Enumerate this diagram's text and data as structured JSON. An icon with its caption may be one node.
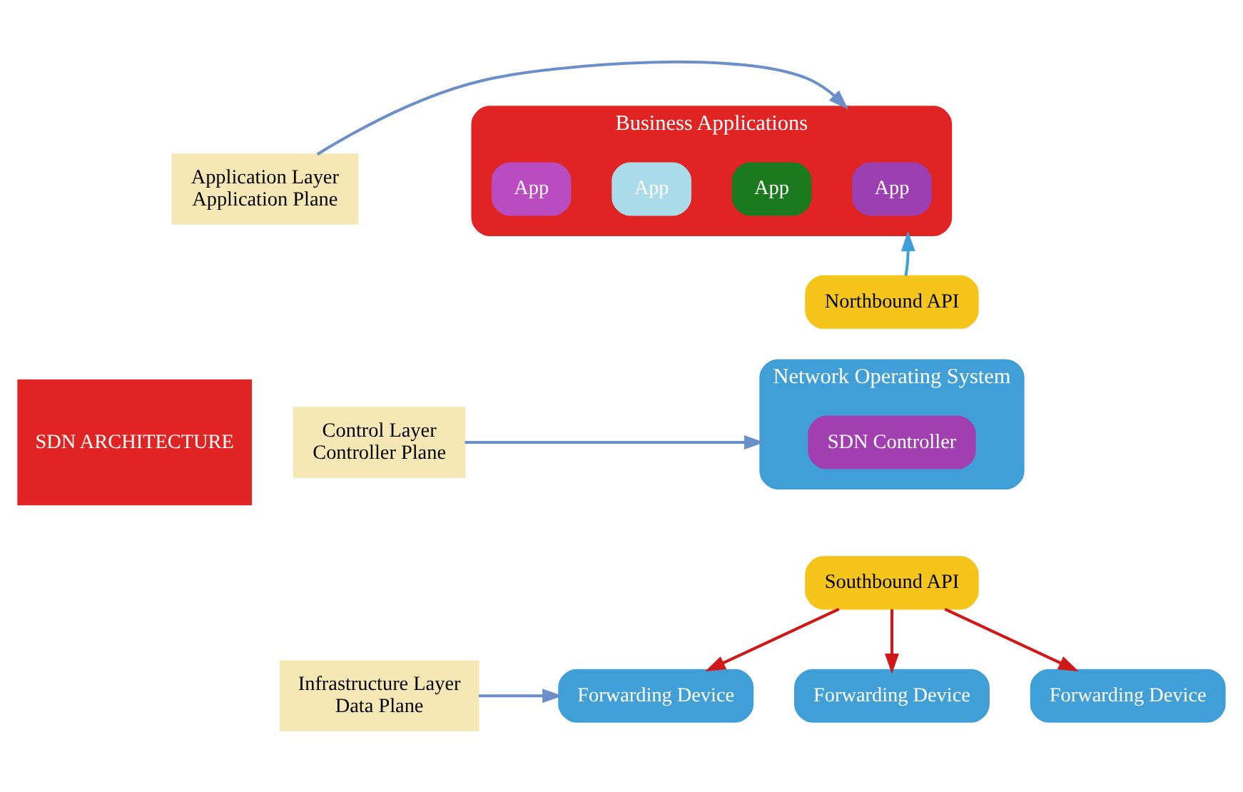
{
  "diagram": {
    "nodes": [
      {
        "text": [
          "SDN ARCHITECTURE"
        ]
      },
      {
        "text": [
          "Application Layer",
          "Application Plane"
        ]
      },
      {
        "text": [
          "Business Applications"
        ]
      },
      {
        "text": [
          "App"
        ],
        "in": 2
      },
      {
        "text": [
          "App"
        ],
        "in": 2
      },
      {
        "text": [
          "App"
        ],
        "in": 2
      },
      {
        "text": [
          "App"
        ],
        "in": 2
      },
      {
        "text": [
          "Northbound API"
        ]
      },
      {
        "text": [
          "Control Layer",
          "Controller Plane"
        ]
      },
      {
        "text": [
          "Network Operating System"
        ]
      },
      {
        "text": [
          "SDN Controller"
        ],
        "in": 9
      },
      {
        "text": [
          "Southbound API"
        ]
      },
      {
        "text": [
          "Infrastructure Layer",
          "Data Plane"
        ]
      },
      {
        "text": [
          "Forwarding Device"
        ]
      },
      {
        "text": [
          "Forwarding Device"
        ]
      },
      {
        "text": [
          "Forwarding Device"
        ]
      }
    ],
    "edges": [
      {
        "from": 1,
        "to": 2,
        "arrow": "to",
        "color": "#6b8fc9"
      },
      {
        "from": 7,
        "to": 2,
        "arrow": "to",
        "color": "#3f9fd8"
      },
      {
        "from": 8,
        "to": 9,
        "arrow": "to",
        "color": "#6b8fc9"
      },
      {
        "from": 11,
        "to": 13,
        "arrow": "to",
        "color": "#d01818"
      },
      {
        "from": 11,
        "to": 14,
        "arrow": "to",
        "color": "#d01818"
      },
      {
        "from": 11,
        "to": 15,
        "arrow": "to",
        "color": "#d01818"
      },
      {
        "from": 12,
        "to": 13,
        "arrow": "to",
        "color": "#6b8fc9"
      }
    ]
  }
}
